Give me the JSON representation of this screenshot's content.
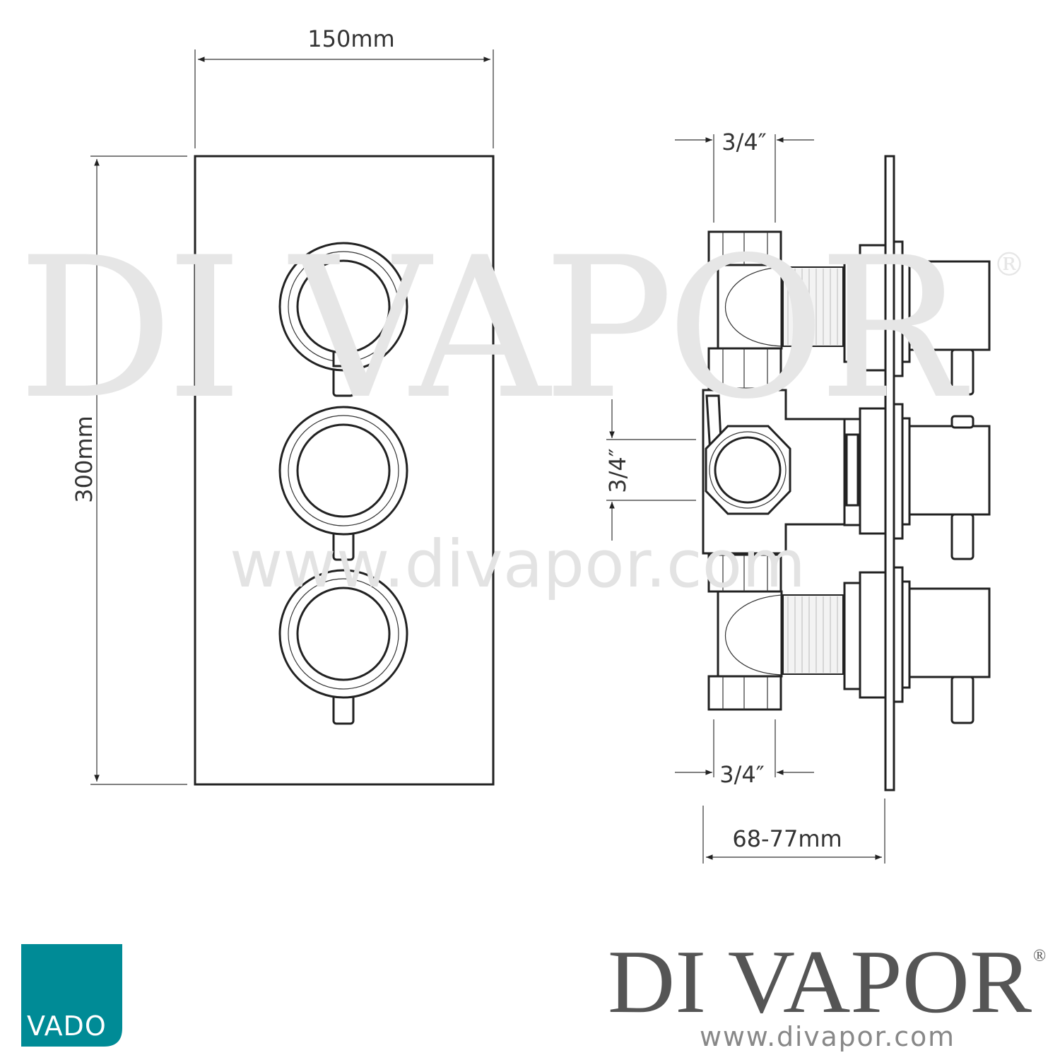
{
  "watermark": {
    "brand": "DI VAPOR",
    "registered": "®",
    "url": "www.divapor.com"
  },
  "front_view": {
    "width_label": "150mm",
    "height_label": "300mm",
    "knob_count": 3
  },
  "side_view": {
    "top_inlet_label": "3/4″",
    "middle_outlet_label": "3/4″",
    "bottom_inlet_label": "3/4″",
    "depth_label": "68-77mm"
  },
  "footer": {
    "vado_logo": "VADO",
    "brand": "DI VAPOR",
    "registered": "®",
    "url": "www.divapor.com",
    "vado_color": "#008b96"
  }
}
